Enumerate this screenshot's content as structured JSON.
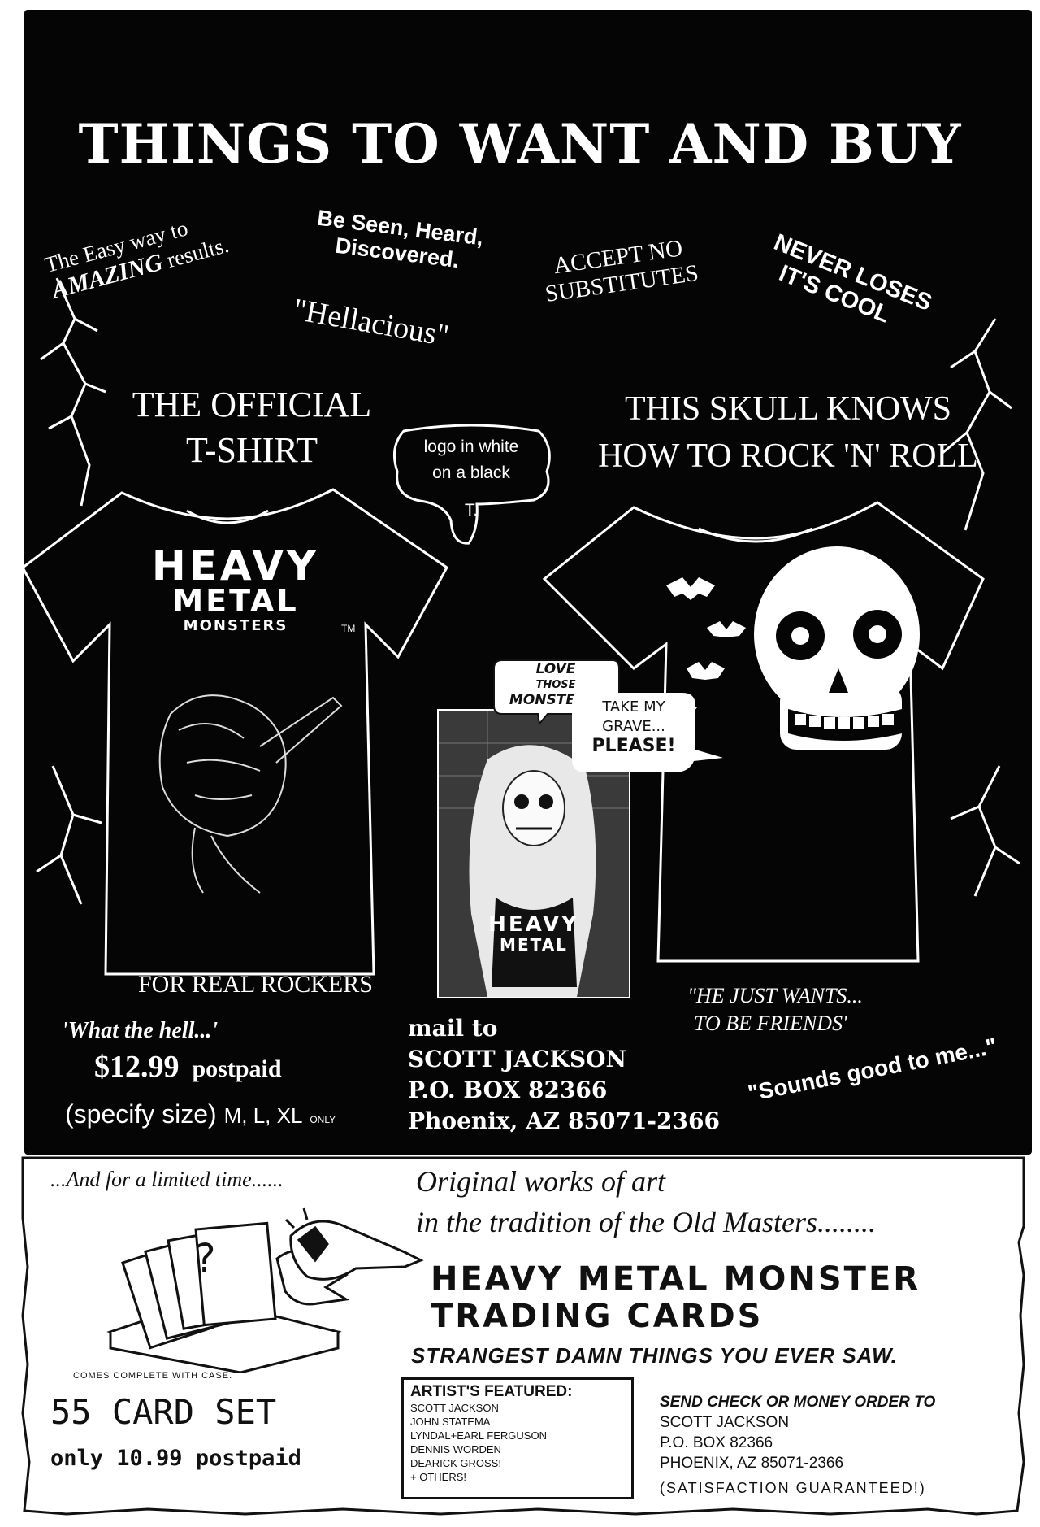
{
  "header": {
    "title": "THINGS TO WANT AND BUY"
  },
  "slogans": {
    "easy_line1": "The Easy way to",
    "easy_amazing": "AMAZING",
    "easy_results": "results.",
    "be_seen_line1": "Be Seen, Heard,",
    "be_seen_line2": "Discovered.",
    "hellacious": "\"Hellacious\"",
    "accept_line1": "ACCEPT NO",
    "accept_line2": "SUBSTITUTES",
    "never_line1": "NEVER LOSES",
    "never_line2": "IT'S COOL"
  },
  "left_shirt": {
    "heading_line1": "THE OFFICIAL",
    "heading_line2": "T-SHIRT",
    "logo_line1": "HEAVY",
    "logo_line2": "METAL",
    "logo_line3": "MONSTERS",
    "tm": "TM",
    "caption": "FOR REAL ROCKERS"
  },
  "logo_bubble": {
    "line1": "logo in white",
    "line2": "on a black",
    "line3": "T."
  },
  "right_shirt": {
    "heading_line1": "THIS SKULL KNOWS",
    "heading_line2": "HOW TO ROCK 'N' ROLL",
    "speech_line1": "TAKE MY",
    "speech_line2": "GRAVE...",
    "speech_line3": "PLEASE!",
    "quote_line1": "\"HE JUST WANTS...",
    "quote_line2": "TO BE FRIENDS'",
    "sounds_good": "\"Sounds good to me...\""
  },
  "center_photo": {
    "speech_line1": "LOVE",
    "speech_line2": "THOSE",
    "speech_line3": "MONSTERS!",
    "shirt_line1": "HEAVY",
    "shirt_line2": "METAL"
  },
  "pricing": {
    "what_the_hell": "'What the hell...'",
    "price": "$12.99",
    "postpaid": "postpaid",
    "specify_size": "(specify size)",
    "sizes": "M, L, XL",
    "only": "ONLY"
  },
  "mail": {
    "label": "mail to",
    "name": "SCOTT JACKSON",
    "box": "P.O. BOX 82366",
    "city": "Phoenix, AZ 85071-2366"
  },
  "cards_ad": {
    "limited_time": "...And for a limited time......",
    "original_line1": "Original works of art",
    "original_line2": "in the tradition of the Old Masters........",
    "cards_title_line1": "HEAVY METAL MONSTER",
    "cards_title_line2": "TRADING CARDS",
    "strangest": "STRANGEST DAMN THINGS YOU EVER SAW.",
    "question_mark": "?",
    "case_note": "COMES COMPLETE WITH CASE.",
    "set_label": "55 CARD SET",
    "set_price": "only 10.99 postpaid",
    "artists_heading": "ARTIST'S FEATURED:",
    "artists": [
      "SCOTT JACKSON",
      "JOHN STATEMA",
      "LYNDAL+EARL FERGUSON",
      "DENNIS WORDEN",
      "DEARICK GROSS!",
      "+ OTHERS!"
    ],
    "send_line1": "SEND CHECK OR MONEY ORDER TO",
    "send_name": "SCOTT JACKSON",
    "send_box": "P.O. BOX 82366",
    "send_city": "PHOENIX, AZ 85071-2366",
    "guarantee": "(SATISFACTION GUARANTEED!)"
  }
}
